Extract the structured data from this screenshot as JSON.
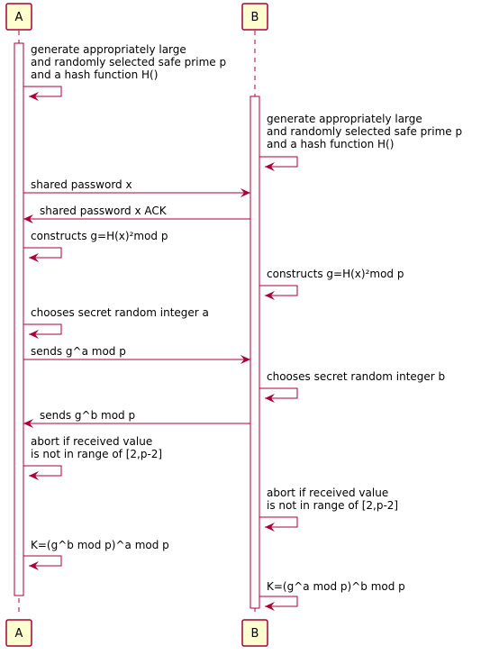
{
  "colors": {
    "participant_fill": "#FEFECE",
    "participant_stroke": "#A80036",
    "arrow": "#A80036",
    "lifeline": "#A80036",
    "text": "#000000"
  },
  "participants": [
    {
      "id": "A",
      "label": "A"
    },
    {
      "id": "B",
      "label": "B"
    }
  ],
  "messages": [
    {
      "from": "A",
      "to": "A",
      "lines": [
        "generate appropriately large",
        " and randomly selected safe prime p",
        " and a hash function H()"
      ]
    },
    {
      "from": "B",
      "to": "B",
      "lines": [
        "generate appropriately large",
        " and randomly selected safe prime p",
        " and a hash function H()"
      ]
    },
    {
      "from": "A",
      "to": "B",
      "lines": [
        "shared password x"
      ]
    },
    {
      "from": "B",
      "to": "A",
      "lines": [
        "shared password x ACK"
      ]
    },
    {
      "from": "A",
      "to": "A",
      "lines": [
        "constructs g=H(x)²mod p"
      ]
    },
    {
      "from": "B",
      "to": "B",
      "lines": [
        "constructs g=H(x)²mod p"
      ]
    },
    {
      "from": "A",
      "to": "A",
      "lines": [
        "chooses secret random integer a"
      ]
    },
    {
      "from": "A",
      "to": "B",
      "lines": [
        "sends g^a mod p"
      ]
    },
    {
      "from": "B",
      "to": "B",
      "lines": [
        "chooses secret random integer b"
      ]
    },
    {
      "from": "B",
      "to": "A",
      "lines": [
        "sends g^b mod p"
      ]
    },
    {
      "from": "A",
      "to": "A",
      "lines": [
        "abort if received value",
        " is not in range of [2,p-2]"
      ]
    },
    {
      "from": "B",
      "to": "B",
      "lines": [
        "abort if received value",
        " is not in range of [2,p-2]"
      ]
    },
    {
      "from": "A",
      "to": "A",
      "lines": [
        "K=(g^b mod p)^a mod p"
      ]
    },
    {
      "from": "B",
      "to": "B",
      "lines": [
        "K=(g^a mod p)^b mod p"
      ]
    }
  ]
}
